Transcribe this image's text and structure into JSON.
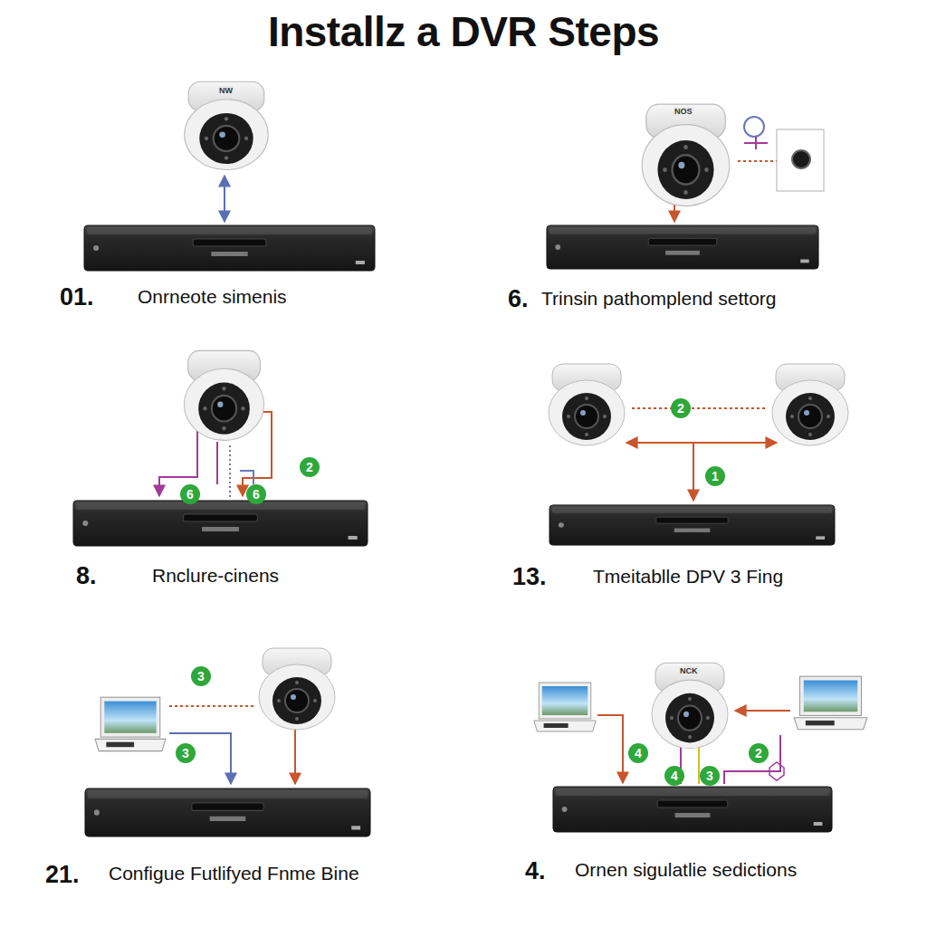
{
  "diagram": {
    "title": "Installz a DVR Steps",
    "labels": [
      "NW",
      "01.",
      "Onrneote simenis",
      "NOS",
      "6.",
      "Trinsin pathomplend settorg",
      "6",
      "6",
      "2",
      "8.",
      "Rnclure-cinens",
      "2",
      "1",
      "13.",
      "Tmeitablle DPV 3 Fing",
      "3",
      "3",
      "21.",
      "Configue Futlifyed Fnme Bine",
      "NCK",
      "4",
      "4",
      "3",
      "2",
      "4.",
      "Ornen sigulatlie sedictions"
    ]
  }
}
